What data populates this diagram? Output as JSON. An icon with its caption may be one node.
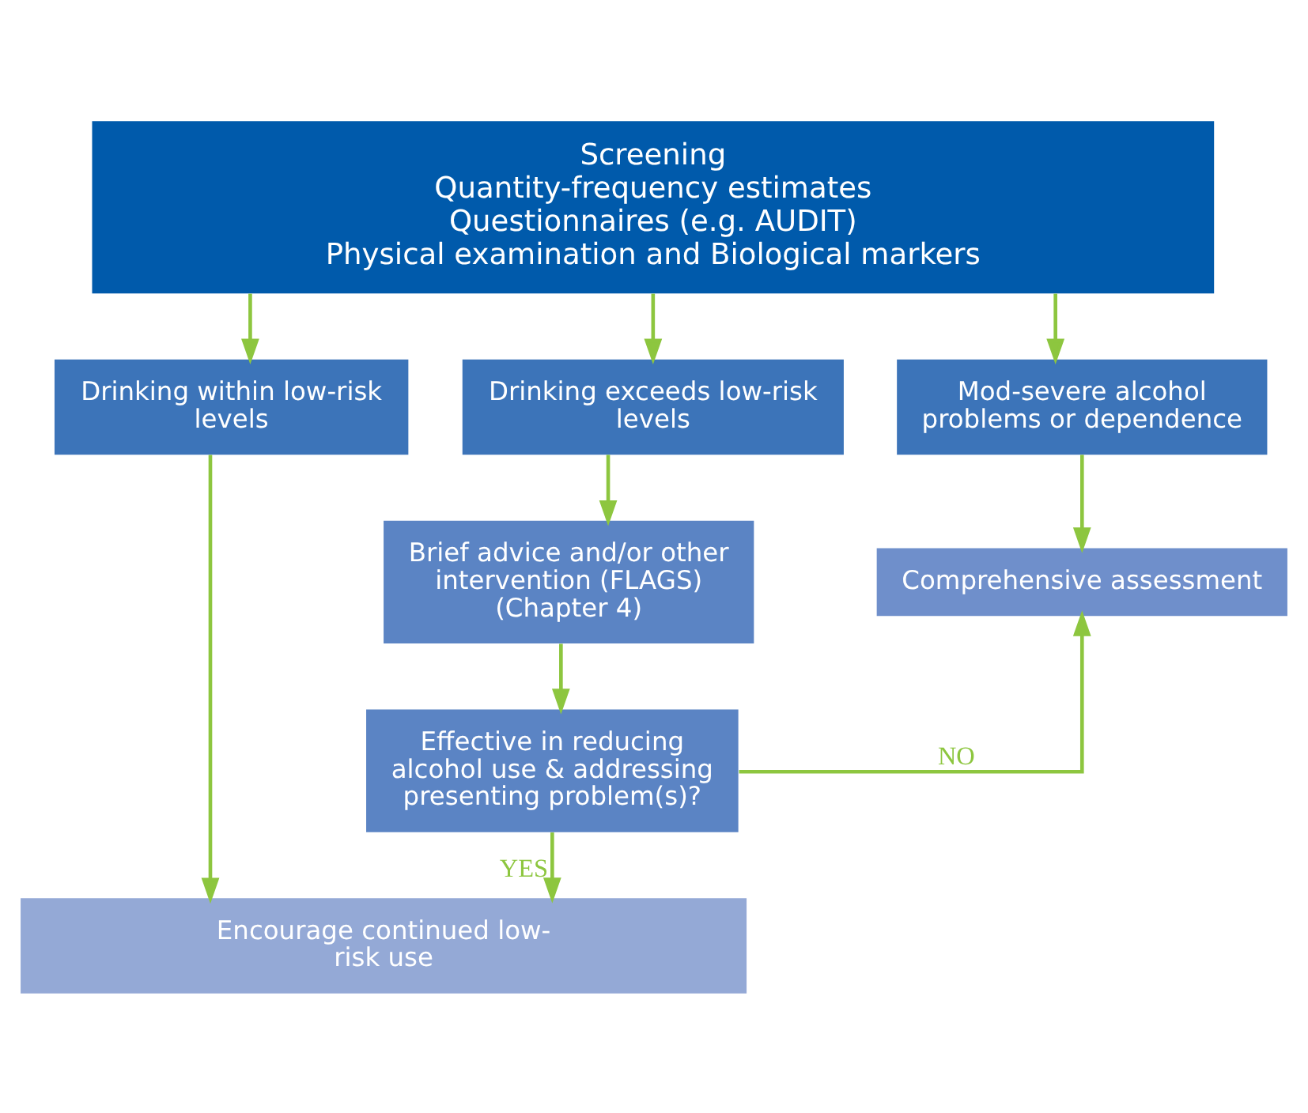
{
  "diagram": {
    "nodes": [
      {
        "text": [
          "Screening",
          "Quantity-frequency estimates",
          "Questionnaires (e.g. AUDIT)",
          "Physical examination and Biological markers"
        ]
      },
      {
        "text": [
          "Drinking within low-risk levels"
        ]
      },
      {
        "text": [
          "Drinking exceeds low-risk levels"
        ]
      },
      {
        "text": [
          "Mod-severe alcohol problems or dependence"
        ]
      },
      {
        "text": [
          "Brief advice and/or other intervention (FLAGS) (Chapter 4)"
        ]
      },
      {
        "text": [
          "Comprehensive assessment"
        ]
      },
      {
        "text": [
          "Effective in reducing alcohol use & addressing presenting problem(s)?"
        ]
      },
      {
        "text": [
          "Encourage continued low-risk use"
        ]
      }
    ],
    "edges": [
      {
        "from": 0,
        "to": 1,
        "arrow": "to"
      },
      {
        "from": 0,
        "to": 2,
        "arrow": "to"
      },
      {
        "from": 0,
        "to": 3,
        "arrow": "to"
      },
      {
        "from": 2,
        "to": 4,
        "arrow": "to"
      },
      {
        "from": 3,
        "to": 5,
        "arrow": "to"
      },
      {
        "from": 4,
        "to": 6,
        "arrow": "to"
      },
      {
        "from": 6,
        "to": 5,
        "arrow": "to",
        "label": "NO"
      },
      {
        "from": 6,
        "to": 7,
        "arrow": "to",
        "label": "YES"
      },
      {
        "from": 1,
        "to": 7,
        "arrow": "to"
      }
    ]
  }
}
